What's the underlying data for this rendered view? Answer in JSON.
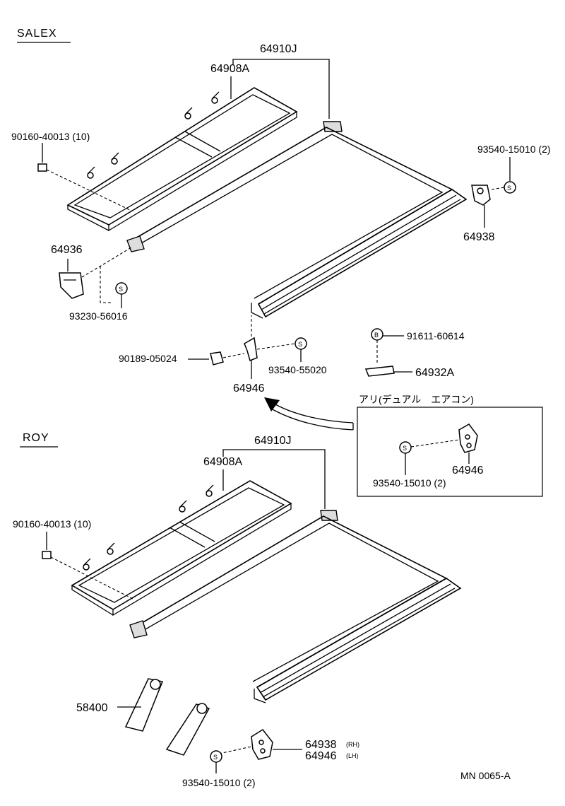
{
  "salex": {
    "title": "SALEX",
    "p_64910J": "64910J",
    "p_64908A": "64908A",
    "p_90160": "90160-40013 (10)",
    "p_93540_15010": "93540-15010 (2)",
    "p_64938": "64938",
    "p_64936": "64936",
    "p_93230": "93230-56016",
    "p_90189": "90189-05024",
    "p_93540_55020": "93540-55020",
    "p_64946": "64946",
    "p_91611": "91611-60614",
    "p_64932A": "64932A",
    "sym_s": "S",
    "sym_b": "B"
  },
  "option": {
    "title": "アリ(デュアル　エアコン)",
    "p_93540": "93540-15010 (2)",
    "p_64946": "64946",
    "sym_s": "S"
  },
  "roy": {
    "title": "ROY",
    "p_64910J": "64910J",
    "p_64908A": "64908A",
    "p_90160": "90160-40013 (10)",
    "p_58400": "58400",
    "p_64938": "64938",
    "p_64938_side": "(RH)",
    "p_64946": "64946",
    "p_64946_side": "(LH)",
    "p_93540": "93540-15010 (2)",
    "sym_s": "S"
  },
  "footer": {
    "code": "MN 0065-A"
  }
}
